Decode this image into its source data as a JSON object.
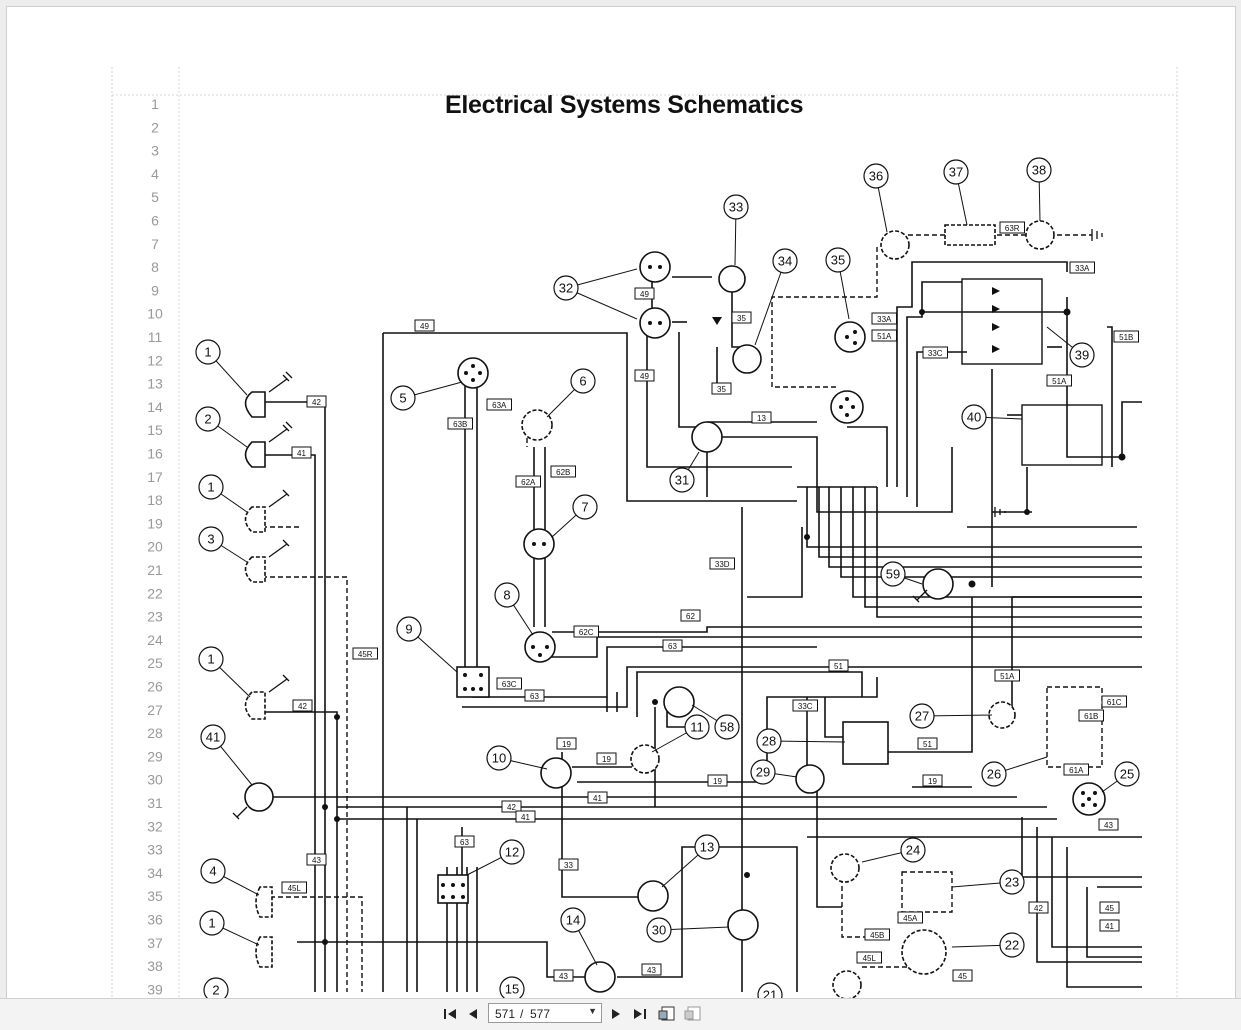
{
  "document": {
    "title": "Electrical Systems Schematics",
    "row_numbers": [
      "1",
      "2",
      "3",
      "4",
      "5",
      "6",
      "7",
      "8",
      "9",
      "10",
      "11",
      "12",
      "13",
      "14",
      "15",
      "16",
      "17",
      "18",
      "19",
      "20",
      "21",
      "22",
      "23",
      "24",
      "25",
      "26",
      "27",
      "28",
      "29",
      "30",
      "31",
      "32",
      "33",
      "34",
      "35",
      "36",
      "37",
      "38",
      "39"
    ],
    "components": [
      {
        "id": "c1a",
        "label": "1"
      },
      {
        "id": "c2a",
        "label": "2"
      },
      {
        "id": "c1b",
        "label": "1"
      },
      {
        "id": "c3",
        "label": "3"
      },
      {
        "id": "c1c",
        "label": "1"
      },
      {
        "id": "c41",
        "label": "41"
      },
      {
        "id": "c4",
        "label": "4"
      },
      {
        "id": "c1d",
        "label": "1"
      },
      {
        "id": "c2b",
        "label": "2"
      },
      {
        "id": "c5",
        "label": "5"
      },
      {
        "id": "c6",
        "label": "6"
      },
      {
        "id": "c7",
        "label": "7"
      },
      {
        "id": "c8",
        "label": "8"
      },
      {
        "id": "c9",
        "label": "9"
      },
      {
        "id": "c10",
        "label": "10"
      },
      {
        "id": "c11",
        "label": "11"
      },
      {
        "id": "c12",
        "label": "12"
      },
      {
        "id": "c13",
        "label": "13"
      },
      {
        "id": "c14",
        "label": "14"
      },
      {
        "id": "c15",
        "label": "15"
      },
      {
        "id": "c21",
        "label": "21"
      },
      {
        "id": "c22",
        "label": "22"
      },
      {
        "id": "c23",
        "label": "23"
      },
      {
        "id": "c24",
        "label": "24"
      },
      {
        "id": "c25",
        "label": "25"
      },
      {
        "id": "c26",
        "label": "26"
      },
      {
        "id": "c27",
        "label": "27"
      },
      {
        "id": "c28",
        "label": "28"
      },
      {
        "id": "c29",
        "label": "29"
      },
      {
        "id": "c30",
        "label": "30"
      },
      {
        "id": "c31",
        "label": "31"
      },
      {
        "id": "c32",
        "label": "32"
      },
      {
        "id": "c33",
        "label": "33"
      },
      {
        "id": "c34",
        "label": "34"
      },
      {
        "id": "c35",
        "label": "35"
      },
      {
        "id": "c36",
        "label": "36"
      },
      {
        "id": "c37",
        "label": "37"
      },
      {
        "id": "c38",
        "label": "38"
      },
      {
        "id": "c39",
        "label": "39"
      },
      {
        "id": "c40",
        "label": "40"
      },
      {
        "id": "c58",
        "label": "58"
      },
      {
        "id": "c59",
        "label": "59"
      }
    ],
    "wires": [
      {
        "id": "w42a",
        "label": "42"
      },
      {
        "id": "w41",
        "label": "41"
      },
      {
        "id": "w42b",
        "label": "42"
      },
      {
        "id": "w45r",
        "label": "45R"
      },
      {
        "id": "w43a",
        "label": "43"
      },
      {
        "id": "w45l",
        "label": "45L"
      },
      {
        "id": "w49a",
        "label": "49"
      },
      {
        "id": "w49b",
        "label": "49"
      },
      {
        "id": "w49c",
        "label": "49"
      },
      {
        "id": "w63b",
        "label": "63B"
      },
      {
        "id": "w63a",
        "label": "63A"
      },
      {
        "id": "w62a",
        "label": "62A"
      },
      {
        "id": "w62b",
        "label": "62B"
      },
      {
        "id": "w62c",
        "label": "62C"
      },
      {
        "id": "w63c",
        "label": "63C"
      },
      {
        "id": "w62",
        "label": "62"
      },
      {
        "id": "w63",
        "label": "63"
      },
      {
        "id": "w63x",
        "label": "63"
      },
      {
        "id": "w33d",
        "label": "33D"
      },
      {
        "id": "w35a",
        "label": "35"
      },
      {
        "id": "w35b",
        "label": "35"
      },
      {
        "id": "w13",
        "label": "13"
      },
      {
        "id": "w33a",
        "label": "33A"
      },
      {
        "id": "w33b",
        "label": "33A"
      },
      {
        "id": "w51a",
        "label": "51A"
      },
      {
        "id": "w33c",
        "label": "33C"
      },
      {
        "id": "w51b",
        "label": "51B"
      },
      {
        "id": "w51c",
        "label": "51A"
      },
      {
        "id": "w63r",
        "label": "63R"
      },
      {
        "id": "w19a",
        "label": "19"
      },
      {
        "id": "w19b",
        "label": "19"
      },
      {
        "id": "w19c",
        "label": "19"
      },
      {
        "id": "w19d",
        "label": "19"
      },
      {
        "id": "w41b",
        "label": "41"
      },
      {
        "id": "w42c",
        "label": "42"
      },
      {
        "id": "w33e",
        "label": "33"
      },
      {
        "id": "w43b",
        "label": "43"
      },
      {
        "id": "w43c",
        "label": "43"
      },
      {
        "id": "w51",
        "label": "51"
      },
      {
        "id": "w33cc",
        "label": "33C"
      },
      {
        "id": "w51d",
        "label": "51"
      },
      {
        "id": "w51e",
        "label": "51A"
      },
      {
        "id": "w61c",
        "label": "61C"
      },
      {
        "id": "w61b",
        "label": "61B"
      },
      {
        "id": "w61a",
        "label": "61A"
      },
      {
        "id": "w43d",
        "label": "43"
      },
      {
        "id": "w45a",
        "label": "45A"
      },
      {
        "id": "w45b",
        "label": "45B"
      },
      {
        "id": "w45c",
        "label": "45L"
      },
      {
        "id": "w45d",
        "label": "45"
      },
      {
        "id": "w42d",
        "label": "42"
      },
      {
        "id": "w45e",
        "label": "45"
      },
      {
        "id": "w41c",
        "label": "41"
      },
      {
        "id": "w63d",
        "label": "63"
      },
      {
        "id": "w41d",
        "label": "41"
      }
    ]
  },
  "toolbar": {
    "current_page": "571",
    "total_pages": "577",
    "page_separator": "/"
  }
}
